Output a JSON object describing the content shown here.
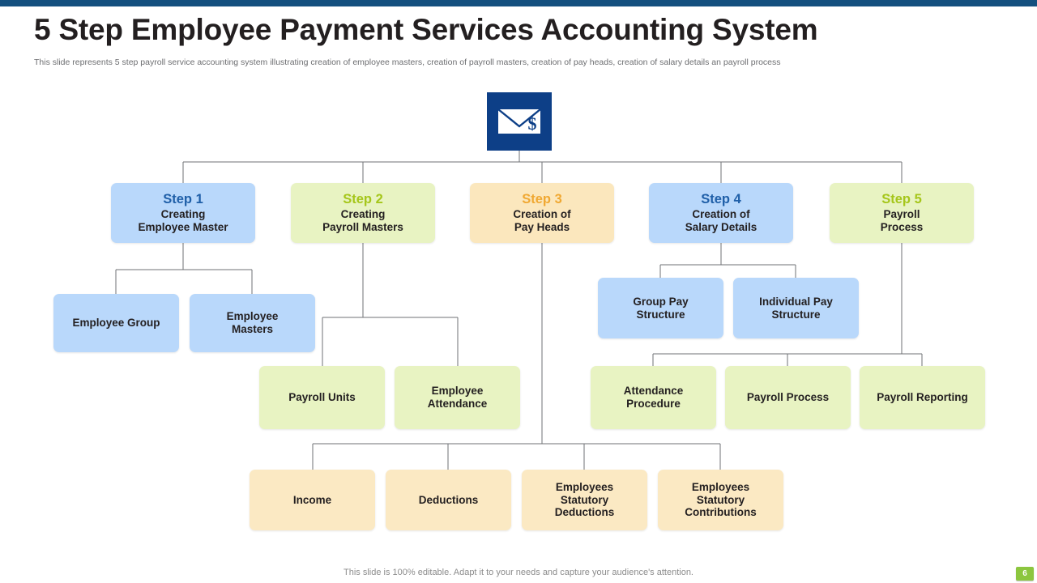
{
  "theme": {
    "accent_bar": "#14507f",
    "root_icon_bg": "#0d3f87",
    "blue": "#b9d8fb",
    "green": "#e8f3c2",
    "orange": "#fbe7bd",
    "cream": "#fbe9c3",
    "step_blue_text": "#1f5fa8",
    "step_green_text": "#a5c61a",
    "step_orange_text": "#f0a832",
    "badge_green": "#8cc63f"
  },
  "header": {
    "title": "5 Step Employee Payment Services Accounting System",
    "subtitle": "This slide represents 5 step payroll service accounting system illustrating creation of employee masters, creation of payroll masters, creation of pay heads, creation of salary details an payroll process"
  },
  "root": {
    "icon": "envelope-dollar-icon"
  },
  "steps": [
    {
      "number": "Step 1",
      "name": "Creating\nEmployee Master"
    },
    {
      "number": "Step 2",
      "name": "Creating\nPayroll Masters"
    },
    {
      "number": "Step 3",
      "name": "Creation of\nPay Heads"
    },
    {
      "number": "Step 4",
      "name": "Creation of\nSalary Details"
    },
    {
      "number": "Step 5",
      "name": "Payroll\nProcess"
    }
  ],
  "step1_children": [
    {
      "label": "Employee Group"
    },
    {
      "label": "Employee\nMasters"
    }
  ],
  "step2_children": [
    {
      "label": "Payroll Units"
    },
    {
      "label": "Employee\nAttendance"
    }
  ],
  "step3_children": [
    {
      "label": "Income"
    },
    {
      "label": "Deductions"
    },
    {
      "label": "Employees\nStatutory\nDeductions"
    },
    {
      "label": "Employees\nStatutory\nContributions"
    }
  ],
  "step4_children": [
    {
      "label": "Group Pay\nStructure"
    },
    {
      "label": "Individual Pay\nStructure"
    }
  ],
  "step5_children": [
    {
      "label": "Attendance\nProcedure"
    },
    {
      "label": "Payroll Process"
    },
    {
      "label": "Payroll Reporting"
    }
  ],
  "footer": {
    "note": "This slide is 100% editable. Adapt it to your needs and capture your audience's attention.",
    "page_number": "6"
  }
}
